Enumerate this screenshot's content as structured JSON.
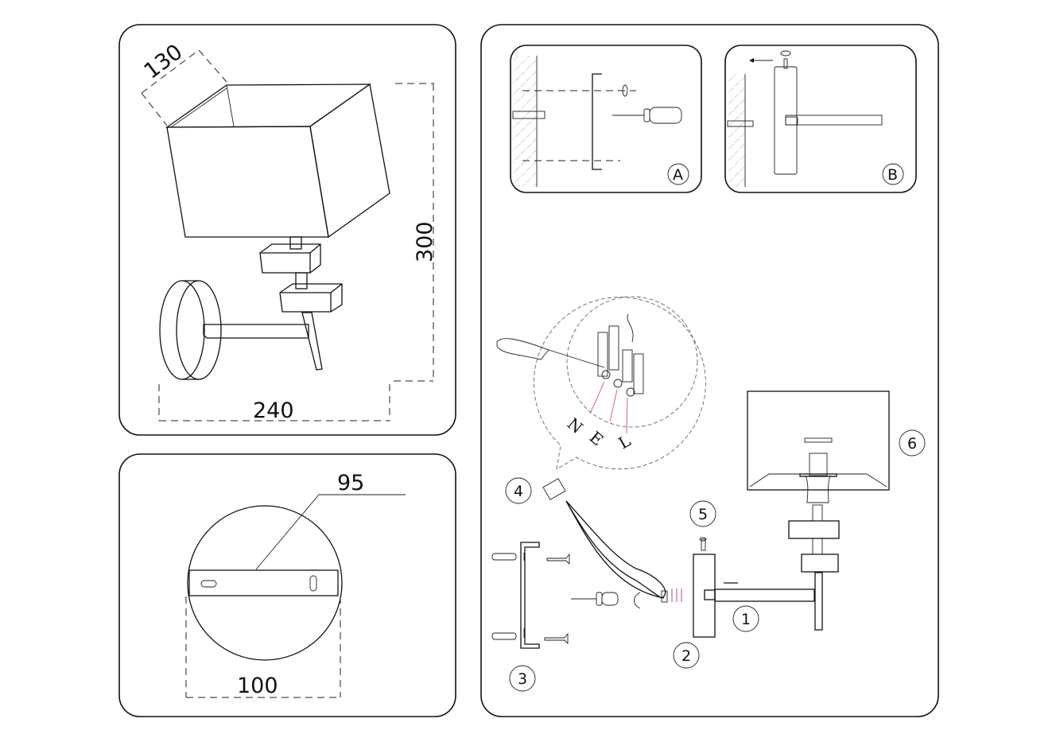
{
  "dimensions": {
    "shade_depth": "130",
    "height": "300",
    "width": "240",
    "backplate_slot": "95",
    "backplate_diameter": "100"
  },
  "steps": {
    "detail_a": "A",
    "detail_b": "B"
  },
  "parts": [
    "1",
    "2",
    "3",
    "4",
    "5",
    "6"
  ],
  "wiring": {
    "neutral": "N",
    "earth": "E",
    "live": "L",
    "wire_color": "#d0527a"
  }
}
